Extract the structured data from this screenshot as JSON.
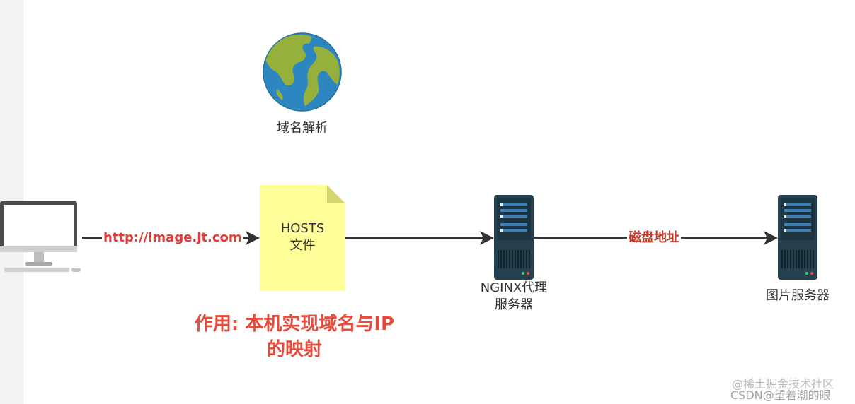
{
  "colors": {
    "arrow": "#333333",
    "url_label": "#e03e36",
    "disk_label": "#c0392b",
    "annotation": "#e64c3c",
    "note_fill": "#ffff99",
    "note_fold": "#d6d66f",
    "server_body": "#25414f",
    "server_slot": "#3d7fb5",
    "globe_ocean": "#2e86c1",
    "globe_land": "#95b13c"
  },
  "nodes": {
    "dns": {
      "label": "域名解析",
      "icon": "globe-icon"
    },
    "client": {
      "icon": "desktop-computer-icon"
    },
    "hosts": {
      "label_line1": "HOSTS",
      "label_line2": "文件",
      "icon": "note-icon"
    },
    "nginx": {
      "label_line1": "NGINX代理",
      "label_line2": "服务器",
      "icon": "server-icon"
    },
    "image_server": {
      "label": "图片服务器",
      "icon": "server-icon"
    }
  },
  "edges": {
    "client_to_hosts": {
      "label": "http://image.jt.com"
    },
    "nginx_to_image": {
      "label": "磁盘地址"
    }
  },
  "annotation": {
    "line1": "作用: 本机实现域名与IP",
    "line2": "的映射"
  },
  "watermark": {
    "line1": "@稀土掘金技术社区",
    "line2": "CSDN@望着潮的眼"
  }
}
